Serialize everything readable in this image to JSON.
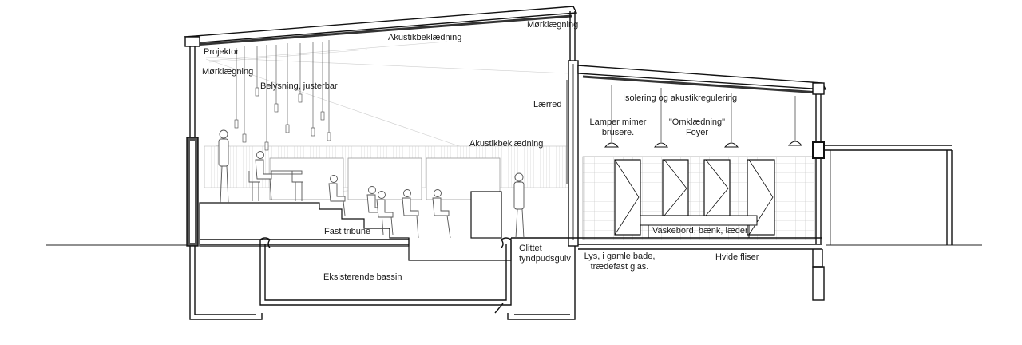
{
  "labels": {
    "morklaegning_top": "Mørklægning",
    "akustik_roof": "Akustikbeklædning",
    "projektor": "Projektor",
    "morklaegning_left": "Mørklægning",
    "belysning": "Belysning, justerbar",
    "laerred": "Lærred",
    "akustik_wall": "Akustikbeklædning",
    "isolering": "Isolering og akustikregulering",
    "lamper_line1": "Lamper mimer",
    "lamper_line2": "brusere.",
    "omklaedning_line1": "\"Omklædning\"",
    "omklaedning_line2": "Foyer",
    "fast_tribune": "Fast tribune",
    "vaskebord": "Vaskebord, bænk, læder",
    "glittet_line1": "Glittet",
    "glittet_line2": "tyndpudsgulv",
    "lys_line1": "Lys, i gamle bade,",
    "lys_line2": "trædefast glas.",
    "hvide_fliser": "Hvide fliser",
    "bassin": "Eksisterende bassin"
  }
}
